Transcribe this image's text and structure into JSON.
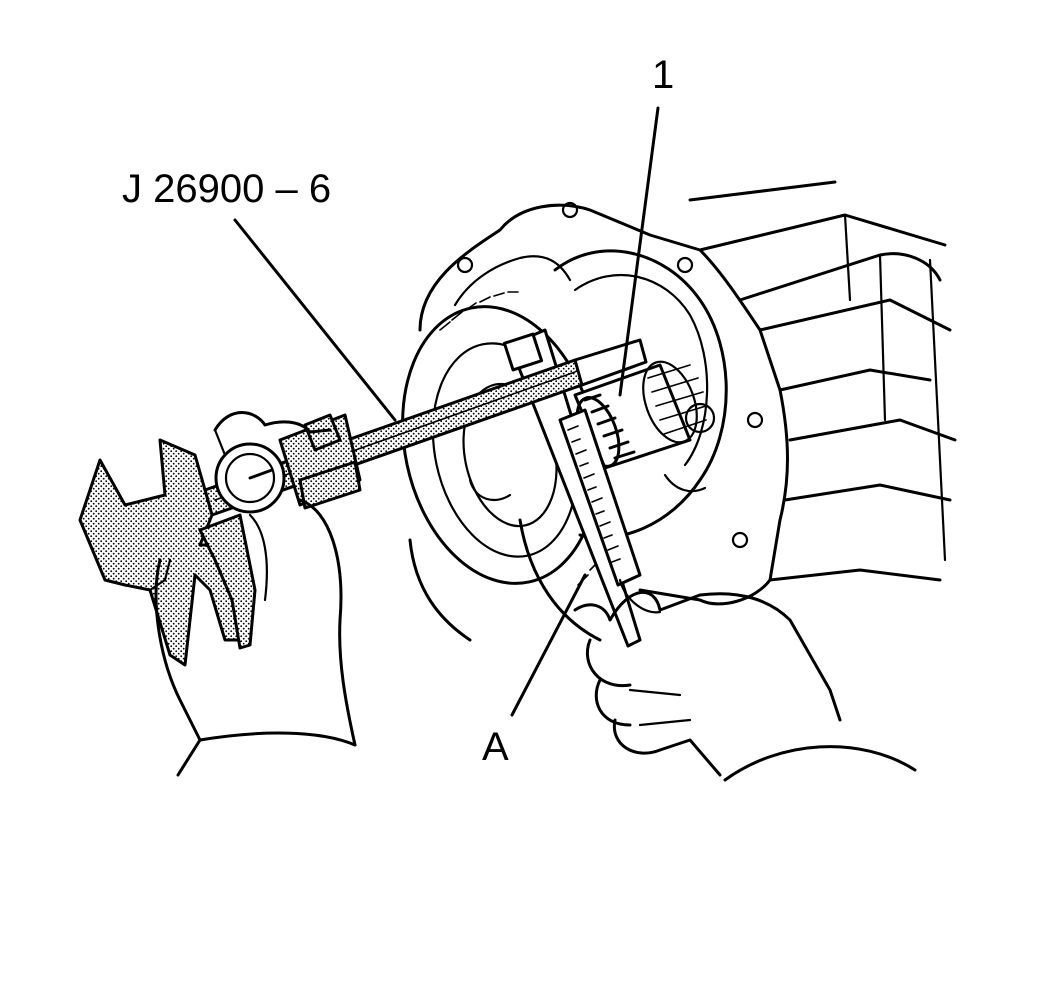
{
  "callouts": {
    "tool": "J 26900 – 6",
    "item1": "1",
    "itemA": "A"
  },
  "colors": {
    "ink": "#000000",
    "background": "#ffffff"
  }
}
